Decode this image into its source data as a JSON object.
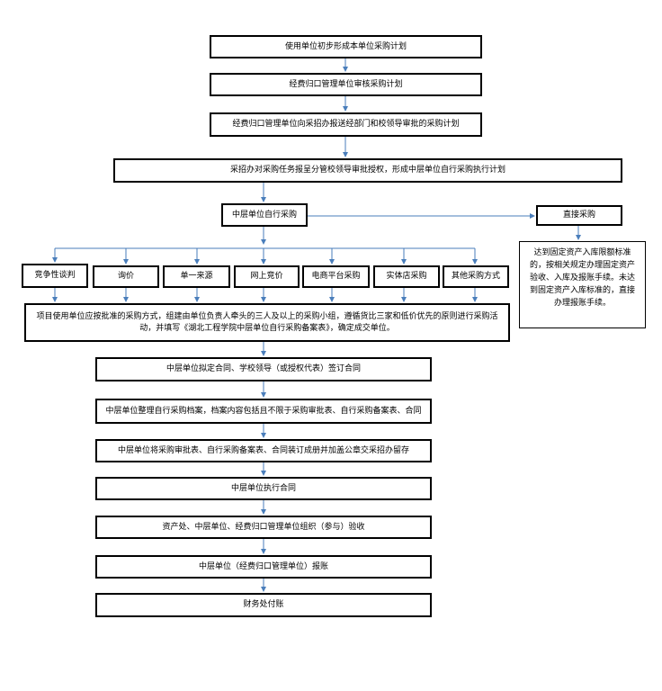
{
  "steps": {
    "s1": "使用单位初步形成本单位采购计划",
    "s2": "经费归口管理单位审核采购计划",
    "s3": "经费归口管理单位向采招办报送经部门和校领导审批的采购计划",
    "s4": "采招办对采购任务报呈分管校领导审批授权，形成中层单位自行采购执行计划",
    "s5": "中层单位自行采购",
    "direct": "直接采购",
    "direct_note": "达到固定资产入库限额标准的，按相关规定办理固定资产验收、入库及报账手续。未达到固定资产入库标准的，直接办理报账手续。",
    "methods": [
      "竞争性谈判",
      "询价",
      "单一来源",
      "网上竞价",
      "电商平台采购",
      "实体店采购",
      "其他采购方式"
    ],
    "s6_line1": "项目使用单位应按批准的采购方式，组建由单位负责人牵头的三人及以上的采购小组，遵循货比三家和低价优先的原则进行采购活",
    "s6_line2": "动，并填写《湖北工程学院中层单位自行采购备案表》，确定成交单位。",
    "s7": "中层单位拟定合同、学校领导（或授权代表）签订合同",
    "s8": "中层单位整理自行采购档案，档案内容包括且不限于采购审批表、自行采购备案表、合同",
    "s9": "中层单位将采购审批表、自行采购备案表、合同装订成册并加盖公章交采招办留存",
    "s10": "中层单位执行合同",
    "s11": "资产处、中层单位、经费归口管理单位组织（参与）验收",
    "s12": "中层单位（经费归口管理单位）报账",
    "s13": "财务处付账"
  },
  "colors": {
    "arrow": "#4a7ebb",
    "border": "#000000"
  }
}
